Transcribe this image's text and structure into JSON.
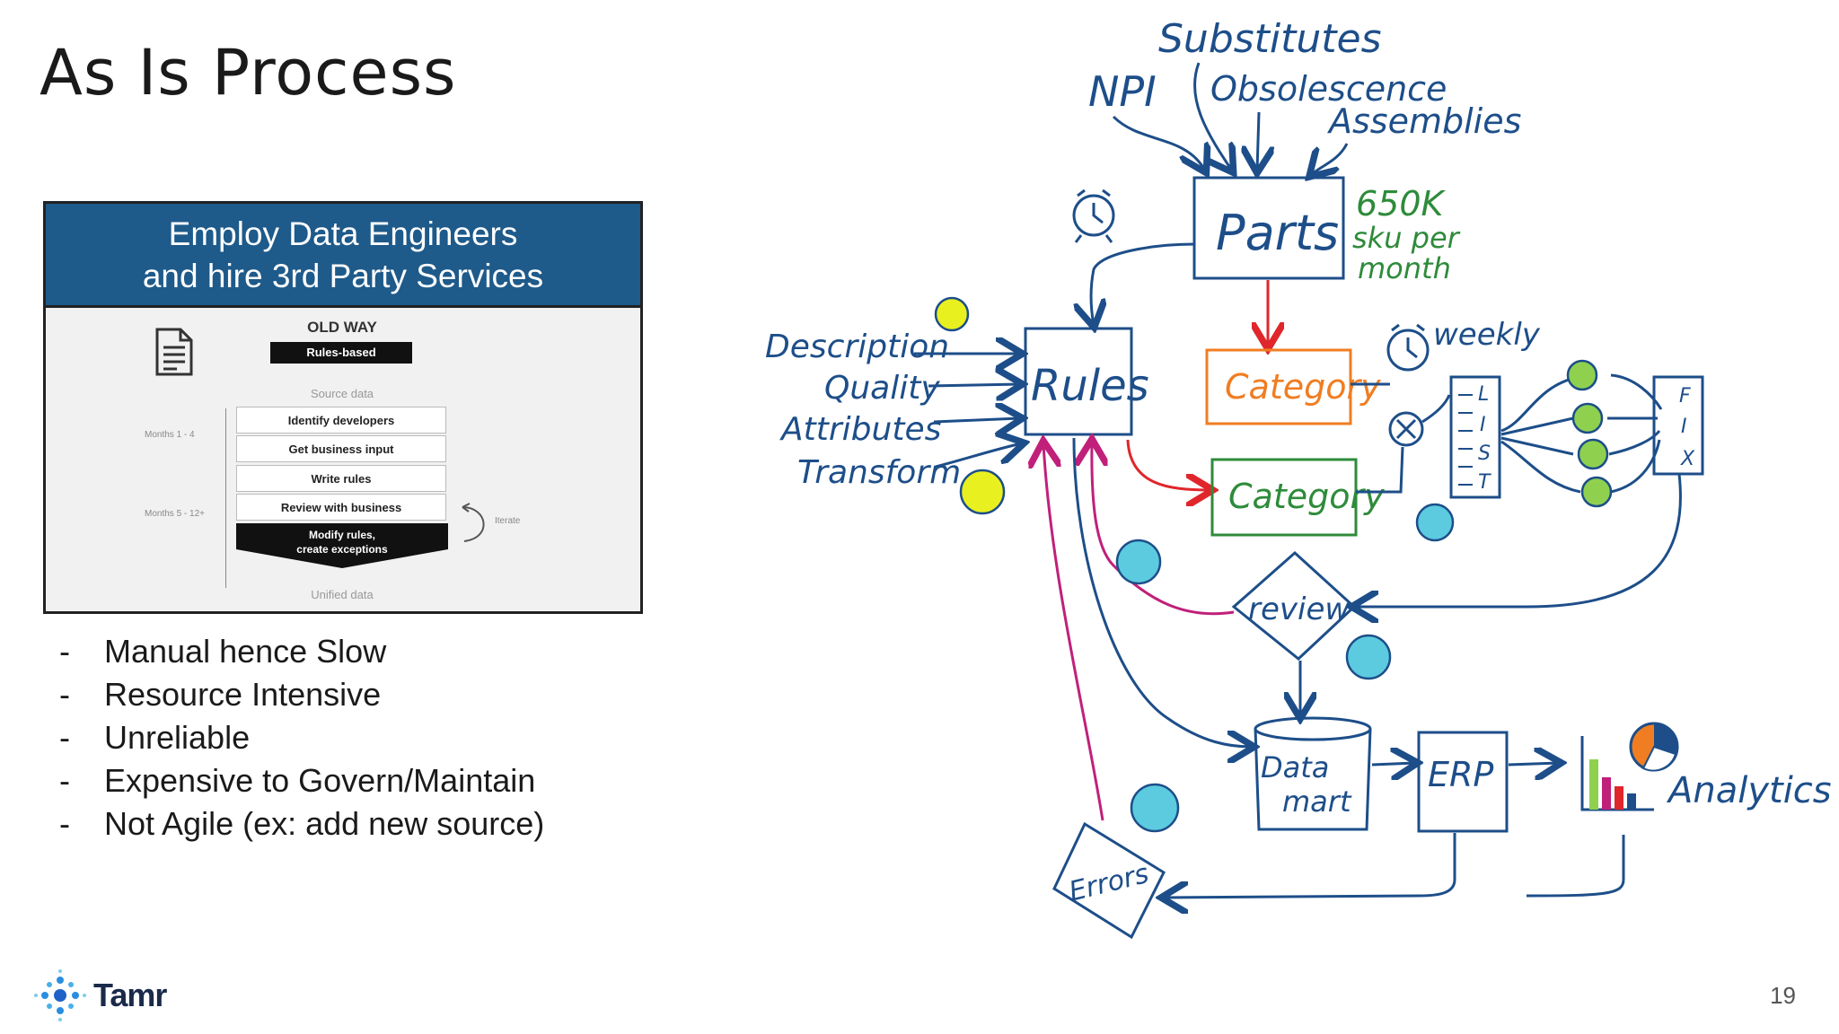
{
  "slide": {
    "title": "As Is Process",
    "page_number": "19"
  },
  "card": {
    "header_line1": "Employ Data Engineers",
    "header_line2": "and hire 3rd Party Services",
    "old_way": "OLD WAY",
    "rules_based": "Rules-based",
    "source_data": "Source data",
    "steps": [
      "Identify developers",
      "Get business input",
      "Write rules",
      "Review with business"
    ],
    "last_step_line1": "Modify rules,",
    "last_step_line2": "create exceptions",
    "unified_data": "Unified data",
    "months_1": "Months 1 - 4",
    "months_2": "Months 5 - 12+",
    "iterate": "Iterate"
  },
  "bullets": [
    "Manual hence Slow",
    "Resource Intensive",
    "Unreliable",
    "Expensive to Govern/Maintain",
    "Not Agile (ex: add new source)"
  ],
  "logo": {
    "name": "Tamr"
  },
  "diagram": {
    "sources": [
      "Substitutes",
      "NPI",
      "Obsolescence",
      "Assemblies"
    ],
    "parts": "Parts",
    "volume_line1": "650K",
    "volume_line2": "sku per",
    "volume_line3": "month",
    "rule_inputs": [
      "Description",
      "Quality",
      "Attributes",
      "Transform"
    ],
    "rules": "Rules",
    "category_top": "Category",
    "category_bottom": "Category",
    "weekly": "weekly",
    "list_letters": [
      "L",
      "I",
      "S",
      "T"
    ],
    "fix_letters": [
      "F",
      "I",
      "X"
    ],
    "review": "review",
    "data_mart_line1": "Data",
    "data_mart_line2": "mart",
    "erp": "ERP",
    "analytics": "Analytics",
    "errors": "Errors",
    "colors": {
      "ink": "#1d4e89",
      "orange": "#f07d22",
      "green": "#2e8b3a",
      "red": "#e0262b",
      "magenta": "#c0207a",
      "face_yellow": "#e8f020",
      "face_cyan": "#5ccbe0",
      "face_green": "#8fd14f"
    }
  }
}
